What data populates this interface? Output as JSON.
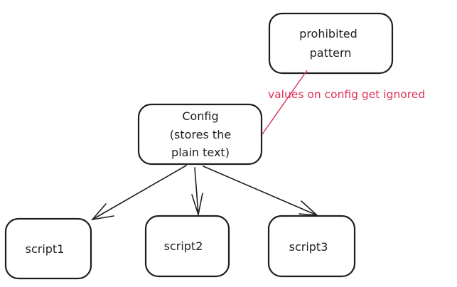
{
  "nodes": {
    "prohibited": {
      "lines": [
        "prohibited",
        "pattern"
      ]
    },
    "config": {
      "lines": [
        "Config",
        "(stores the",
        "plain text)"
      ]
    },
    "script1": {
      "label": "script1"
    },
    "script2": {
      "label": "script2"
    },
    "script3": {
      "label": "script3"
    }
  },
  "annotation": {
    "text": "values on config get ignored",
    "color": "#e03155"
  },
  "edges": [
    {
      "from": "config",
      "to": "script1"
    },
    {
      "from": "config",
      "to": "script2"
    },
    {
      "from": "config",
      "to": "script3"
    }
  ]
}
